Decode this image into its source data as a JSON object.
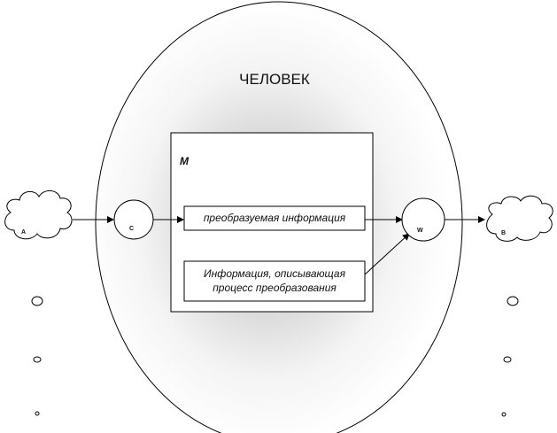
{
  "diagram": {
    "title": "ЧЕЛОВЕК",
    "model_label": "M",
    "box_transformed": "преобразуемая   информация",
    "box_process_line1": "Информация,  описывающая",
    "box_process_line2": "процесс  преобразования",
    "input_cloud_label": "A",
    "input_node_label": "C",
    "output_node_label": "W",
    "output_cloud_label": "B"
  }
}
